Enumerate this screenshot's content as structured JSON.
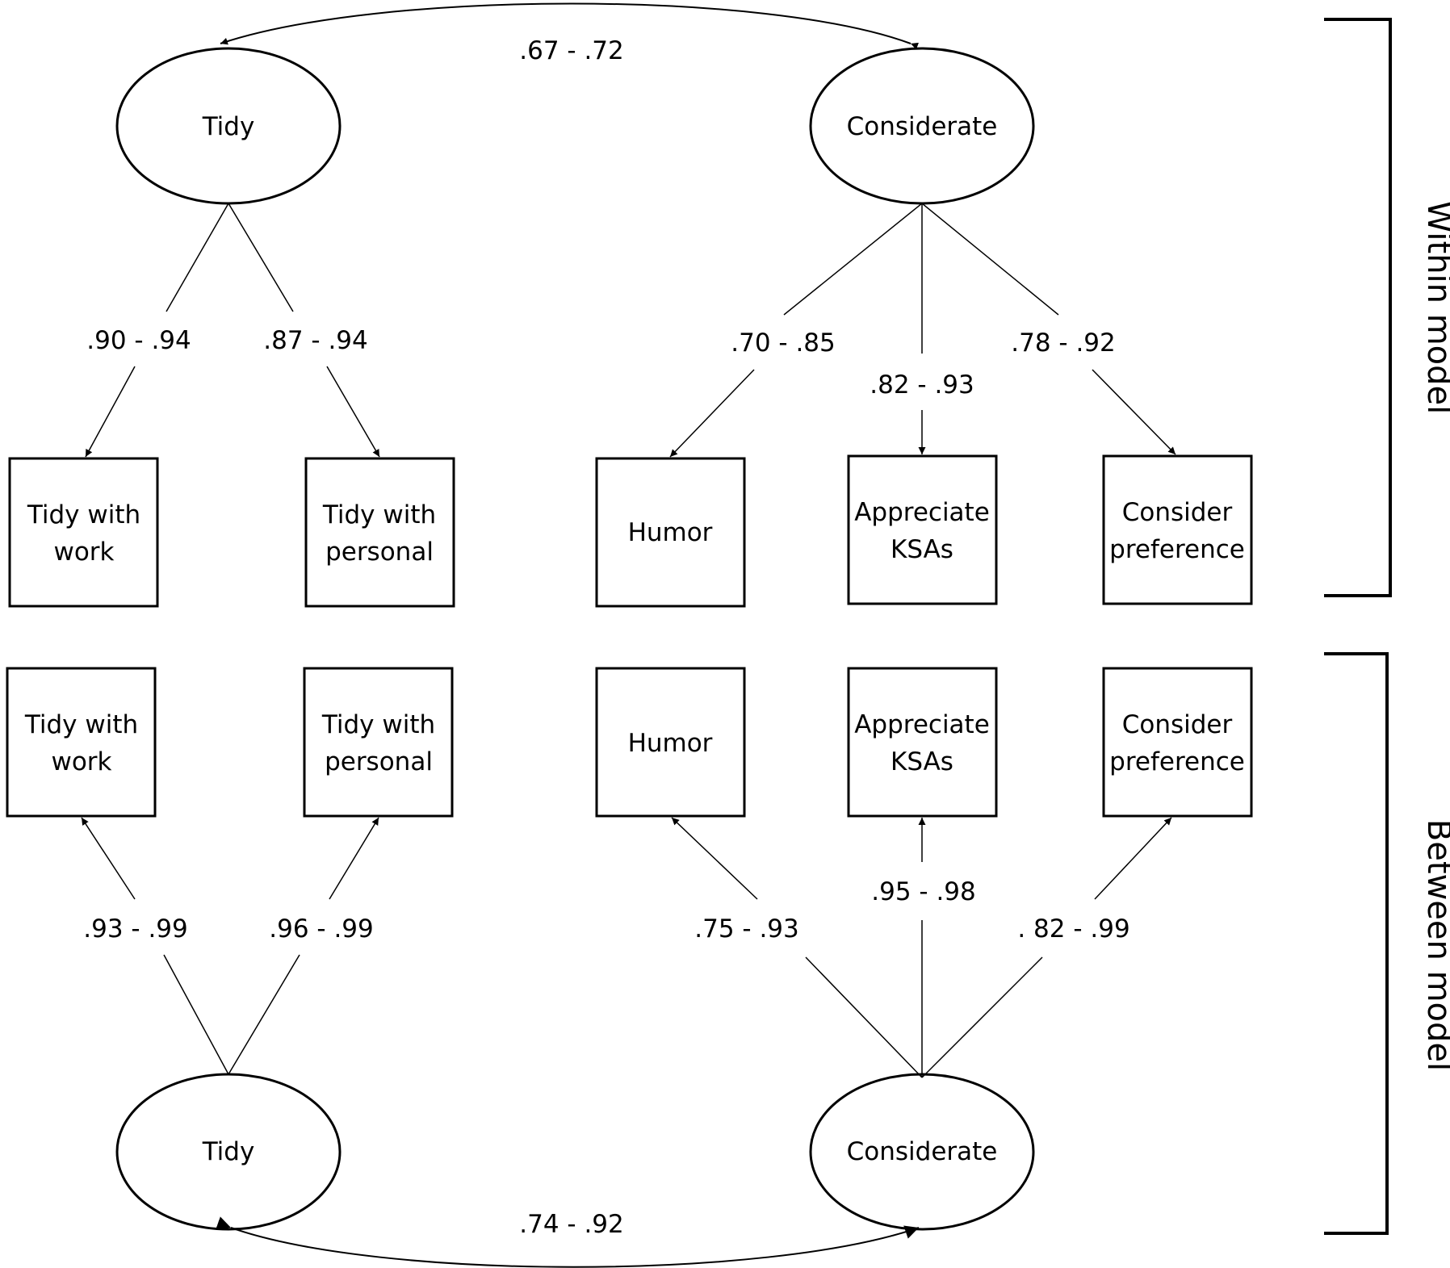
{
  "within": {
    "side_label": "Within model",
    "factor_tidy": "Tidy",
    "factor_considerate": "Considerate",
    "correlation": ".67 - .72",
    "items": {
      "tidy_work": [
        "Tidy with",
        "work"
      ],
      "tidy_personal": [
        "Tidy with",
        "personal"
      ],
      "humor": [
        "Humor"
      ],
      "appreciate": [
        "Appreciate",
        "KSAs"
      ],
      "consider": [
        "Consider",
        "preference"
      ]
    },
    "loadings": {
      "tidy_work": ".90 - .94",
      "tidy_personal": ".87 - .94",
      "humor": ".70 - .85",
      "appreciate": ".82 - .93",
      "consider": ".78 - .92"
    }
  },
  "between": {
    "side_label": "Between model",
    "factor_tidy": "Tidy",
    "factor_considerate": "Considerate",
    "correlation": ".74 - .92",
    "items": {
      "tidy_work": [
        "Tidy with",
        "work"
      ],
      "tidy_personal": [
        "Tidy with",
        "personal"
      ],
      "humor": [
        "Humor"
      ],
      "appreciate": [
        "Appreciate",
        "KSAs"
      ],
      "consider": [
        "Consider",
        "preference"
      ]
    },
    "loadings": {
      "tidy_work": ".93 - .99",
      "tidy_personal": ".96 - .99",
      "humor": ".75 - .93",
      "appreciate": ".95 - .98",
      "consider": ". 82 - .99"
    }
  }
}
